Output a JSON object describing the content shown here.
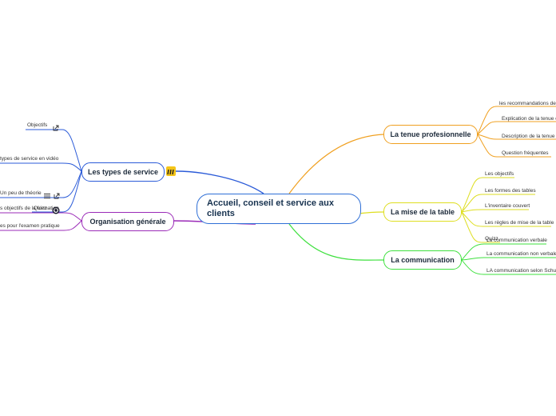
{
  "central": "Accueil, conseil et service aux clients",
  "colors": {
    "central": "#2f6fd6",
    "tenue": "#f0a020",
    "table": "#dede20",
    "communication": "#3ee03e",
    "types": "#2b5bd8",
    "organisation": "#9b2bb8"
  },
  "branches": {
    "tenue": {
      "label": "La tenue profesionnelle",
      "items": [
        "les recommandations de",
        "Explication de la tenue d",
        "Description de la tenue c",
        "Question fréquentes"
      ]
    },
    "table": {
      "label": "La mise de la table",
      "items": [
        "Les objectifs",
        "Les formes des tables",
        "L'inventaire couvert",
        "Les règles de mise de la table",
        "Quizz"
      ]
    },
    "communication": {
      "label": "La communication",
      "items": [
        "La communication verbale",
        "La communication non verbale",
        "LA communication selon Schulz"
      ]
    },
    "types": {
      "label": "Les types de service",
      "badge_icon": "lines-icon",
      "items": [
        {
          "label": "Objectifs",
          "icon": "external-link-icon"
        },
        {
          "label": "types de service en vidéo",
          "icon": ""
        },
        {
          "label": "Un peu de théorie",
          "icon": "menu-icon"
        },
        {
          "label": "Quizz",
          "icon": "quiz-logo-icon"
        }
      ],
      "extra_icon": "external-link-icon"
    },
    "organisation": {
      "label": "Organisation générale",
      "items": [
        "s objectifs de la formation",
        "es pour l'examen pratique"
      ]
    }
  }
}
